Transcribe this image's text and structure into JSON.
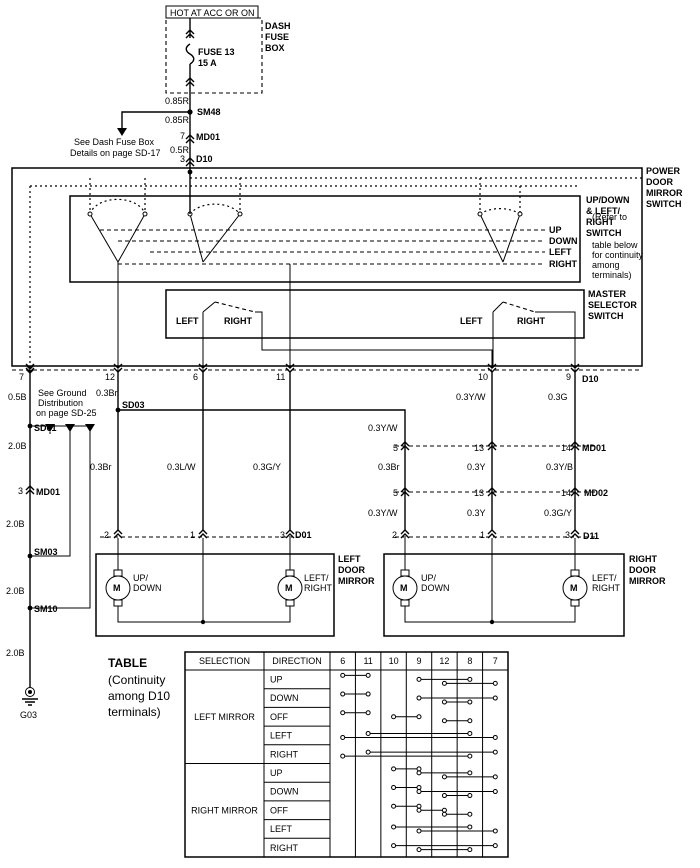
{
  "power_source": {
    "label": "HOT AT ACC OR ON"
  },
  "fuse_box": {
    "label_lines": [
      "DASH",
      "FUSE",
      "BOX"
    ],
    "fuse_name": "FUSE 13",
    "fuse_rating": "15 A"
  },
  "fuse_details_note": [
    "See Dash Fuse Box",
    "Details on page SD-17"
  ],
  "ground_note": [
    "See Ground",
    "Distribution",
    "on page SD-25"
  ],
  "wires": {
    "w085r_a": "0.85R",
    "w085r_b": "0.85R",
    "w05r": "0.5R",
    "w05b": "0.5B",
    "w03br_a": "0.3Br",
    "w03br_b": "0.3Br",
    "w03lw": "0.3L/W",
    "w03gy": "0.3G/Y",
    "w03yw_a": "0.3Y/W",
    "w03yw_b": "0.3Y/W",
    "w03yw_c": "0.3Y/W",
    "w03g": "0.3G",
    "w03br_r": "0.3Br",
    "w03y_a": "0.3Y",
    "w03y_b": "0.3Y",
    "w03yb": "0.3Y/B",
    "w03gy_r": "0.3G/Y",
    "w20b_a": "2.0B",
    "w20b_b": "2.0B",
    "w20b_c": "2.0B",
    "w20b_d": "2.0B"
  },
  "connectors": {
    "sm48": "SM48",
    "md01": "MD01",
    "d10": "D10",
    "sd03": "SD03",
    "sd01": "SD01",
    "sm03": "SM03",
    "sm10": "SM10",
    "g03": "G03",
    "d01": "D01",
    "d11": "D11",
    "md02": "MD02"
  },
  "pins": {
    "md01_top": "7",
    "d10_top": "3",
    "d10_bottom": [
      "7",
      "12",
      "6",
      "11",
      "10",
      "9"
    ],
    "left_md01": "3",
    "d01": [
      "2",
      "1",
      "3"
    ],
    "right_md01": [
      "5",
      "13",
      "14"
    ],
    "right_md02": [
      "5",
      "13",
      "14"
    ],
    "d11": [
      "2",
      "1",
      "3"
    ]
  },
  "switch": {
    "title_lines": [
      "POWER",
      "DOOR",
      "MIRROR",
      "SWITCH"
    ],
    "updown_lines": [
      "UP/DOWN",
      "& LEFT/",
      "RIGHT",
      "SWITCH"
    ],
    "refer_lines": [
      "(Refer to",
      "table below",
      "for continuity",
      "among",
      "terminals)"
    ],
    "positions": [
      "UP",
      "DOWN",
      "LEFT",
      "RIGHT"
    ],
    "master_lines": [
      "MASTER",
      "SELECTOR",
      "SWITCH"
    ],
    "sel_left_a": "LEFT",
    "sel_right_a": "RIGHT",
    "sel_left_b": "LEFT",
    "sel_right_b": "RIGHT"
  },
  "left_mirror": {
    "title_lines": [
      "LEFT",
      "DOOR",
      "MIRROR"
    ],
    "motor1": [
      "UP/",
      "DOWN"
    ],
    "motor2": [
      "LEFT/",
      "RIGHT"
    ],
    "m": "M"
  },
  "right_mirror": {
    "title_lines": [
      "RIGHT",
      "DOOR",
      "MIRROR"
    ],
    "motor1": [
      "UP/",
      "DOWN"
    ],
    "motor2": [
      "LEFT/",
      "RIGHT"
    ],
    "m": "M"
  },
  "table": {
    "title": "TABLE",
    "subtitle_lines": [
      "(Continuity",
      "among D10",
      "terminals)"
    ],
    "headers": [
      "SELECTION",
      "DIRECTION",
      "6",
      "11",
      "10",
      "9",
      "12",
      "8",
      "7"
    ],
    "groups": [
      {
        "selection": "LEFT MIRROR",
        "rows": [
          {
            "direction": "UP",
            "links": [
              [
                0,
                1
              ],
              [
                3,
                5
              ],
              [
                4,
                6
              ]
            ]
          },
          {
            "direction": "DOWN",
            "links": [
              [
                0,
                1
              ],
              [
                3,
                6
              ],
              [
                4,
                5
              ]
            ]
          },
          {
            "direction": "OFF",
            "links": [
              [
                0,
                1
              ],
              [
                2,
                3
              ],
              [
                4,
                5
              ]
            ]
          },
          {
            "direction": "LEFT",
            "links": [
              [
                1,
                5
              ],
              [
                0,
                6
              ]
            ]
          },
          {
            "direction": "RIGHT",
            "links": [
              [
                1,
                6
              ],
              [
                0,
                5
              ]
            ]
          }
        ]
      },
      {
        "selection": "RIGHT MIRROR",
        "rows": [
          {
            "direction": "UP",
            "links": [
              [
                2,
                3
              ],
              [
                3,
                5
              ],
              [
                4,
                6
              ]
            ]
          },
          {
            "direction": "DOWN",
            "links": [
              [
                2,
                3
              ],
              [
                3,
                6
              ],
              [
                4,
                5
              ]
            ]
          },
          {
            "direction": "OFF",
            "links": [
              [
                2,
                3
              ],
              [
                3,
                4
              ],
              [
                4,
                5
              ]
            ]
          },
          {
            "direction": "LEFT",
            "links": [
              [
                2,
                5
              ],
              [
                3,
                6
              ]
            ]
          },
          {
            "direction": "RIGHT",
            "links": [
              [
                2,
                6
              ],
              [
                3,
                5
              ]
            ]
          }
        ]
      }
    ]
  }
}
